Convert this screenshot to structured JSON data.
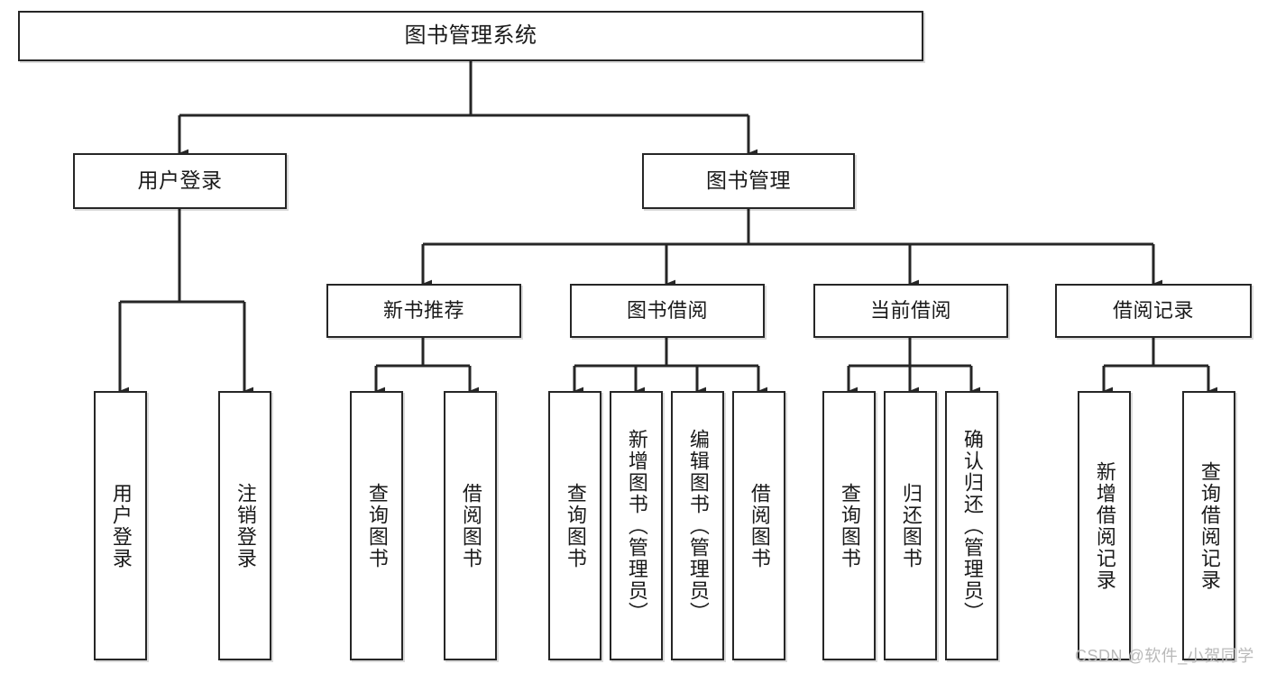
{
  "diagram": {
    "title": "图书管理系统",
    "type": "tree-hierarchy",
    "orientation": "top-down",
    "stroke_color": "#262626",
    "text_color": "#1a1a1a",
    "background_color": "#ffffff"
  },
  "nodes": {
    "root": {
      "label": "图书管理系统",
      "level": 0
    },
    "level1": [
      {
        "label": "用户登录",
        "level": 1
      },
      {
        "label": "图书管理",
        "level": 1
      }
    ],
    "level2": [
      {
        "label": "新书推荐",
        "level": 2
      },
      {
        "label": "图书借阅",
        "level": 2
      },
      {
        "label": "当前借阅",
        "level": 2
      },
      {
        "label": "借阅记录",
        "level": 2
      }
    ],
    "leaves": [
      {
        "label": "用户登录",
        "parent": "用户登录",
        "level": 3
      },
      {
        "label": "注销登录",
        "parent": "用户登录",
        "level": 3
      },
      {
        "label": "查询图书",
        "parent": "新书推荐",
        "level": 3
      },
      {
        "label": "借阅图书",
        "parent": "新书推荐",
        "level": 3
      },
      {
        "label": "查询图书",
        "parent": "图书借阅",
        "level": 3
      },
      {
        "label": "新增图书（管理员）",
        "parent": "图书借阅",
        "level": 3
      },
      {
        "label": "编辑图书（管理员）",
        "parent": "图书借阅",
        "level": 3
      },
      {
        "label": "借阅图书",
        "parent": "图书借阅",
        "level": 3
      },
      {
        "label": "查询图书",
        "parent": "当前借阅",
        "level": 3
      },
      {
        "label": "归还图书",
        "parent": "当前借阅",
        "level": 3
      },
      {
        "label": "确认归还（管理员）",
        "parent": "当前借阅",
        "level": 3
      },
      {
        "label": "新增借阅记录",
        "parent": "借阅记录",
        "level": 3
      },
      {
        "label": "查询借阅记录",
        "parent": "借阅记录",
        "level": 3
      }
    ]
  },
  "watermark": {
    "text": "CSDN @软件_小贺同学"
  }
}
